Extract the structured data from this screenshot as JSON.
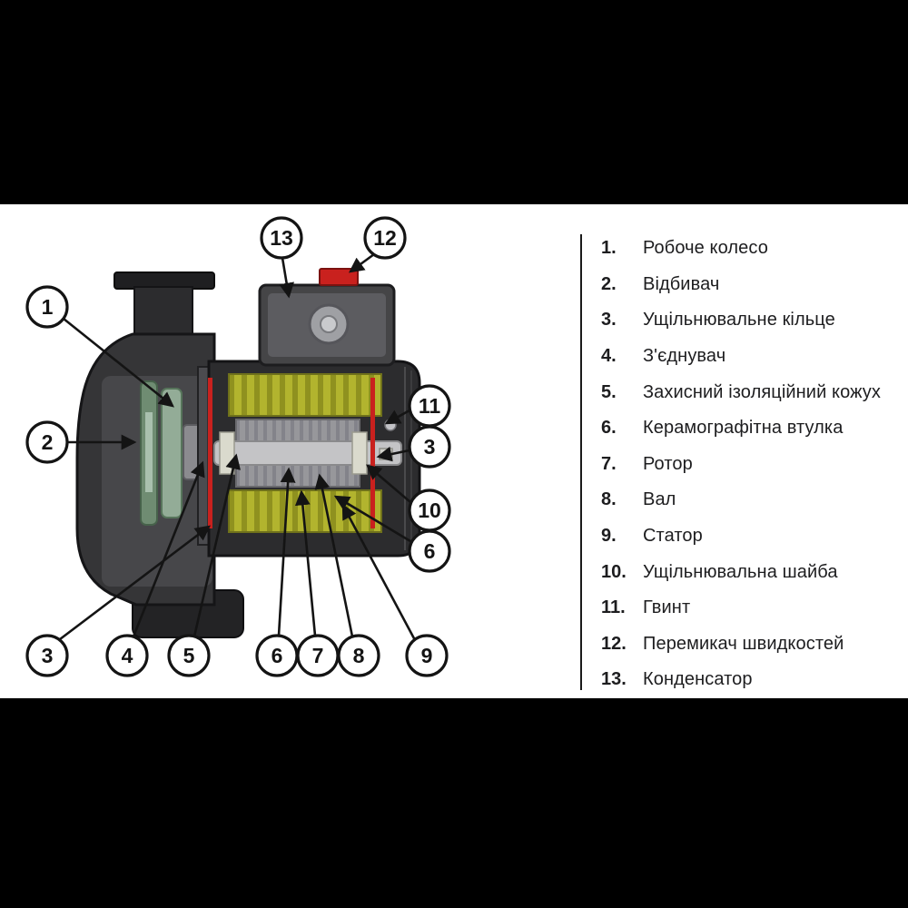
{
  "diagram": {
    "callouts": [
      {
        "n": "13"
      },
      {
        "n": "12"
      },
      {
        "n": "1"
      },
      {
        "n": "2"
      },
      {
        "n": "11"
      },
      {
        "n": "3"
      },
      {
        "n": "10"
      },
      {
        "n": "6"
      },
      {
        "n": "3"
      },
      {
        "n": "4"
      },
      {
        "n": "5"
      },
      {
        "n": "6"
      },
      {
        "n": "7"
      },
      {
        "n": "8"
      },
      {
        "n": "9"
      }
    ],
    "parts": {
      "impeller_color": "#93ac97",
      "stator_color": "#b2b42e",
      "screw_color": "#c9211e",
      "switch_color": "#c9211e"
    }
  },
  "legend": {
    "items": [
      {
        "num": "1.",
        "label": "Робоче колесо"
      },
      {
        "num": "2.",
        "label": "Відбивач"
      },
      {
        "num": "3.",
        "label": "Ущільнювальне кільце"
      },
      {
        "num": "4.",
        "label": "З'єднувач"
      },
      {
        "num": "5.",
        "label": "Захисний ізоляційний кожух"
      },
      {
        "num": "6.",
        "label": "Керамографітна втулка"
      },
      {
        "num": "7.",
        "label": "Ротор"
      },
      {
        "num": "8.",
        "label": "Вал"
      },
      {
        "num": "9.",
        "label": "Статор"
      },
      {
        "num": "10.",
        "label": "Ущільнювальна шайба"
      },
      {
        "num": "11.",
        "label": "Гвинт"
      },
      {
        "num": "12.",
        "label": "Перемикач швидкостей"
      },
      {
        "num": "13.",
        "label": "Конденсатор"
      }
    ]
  }
}
